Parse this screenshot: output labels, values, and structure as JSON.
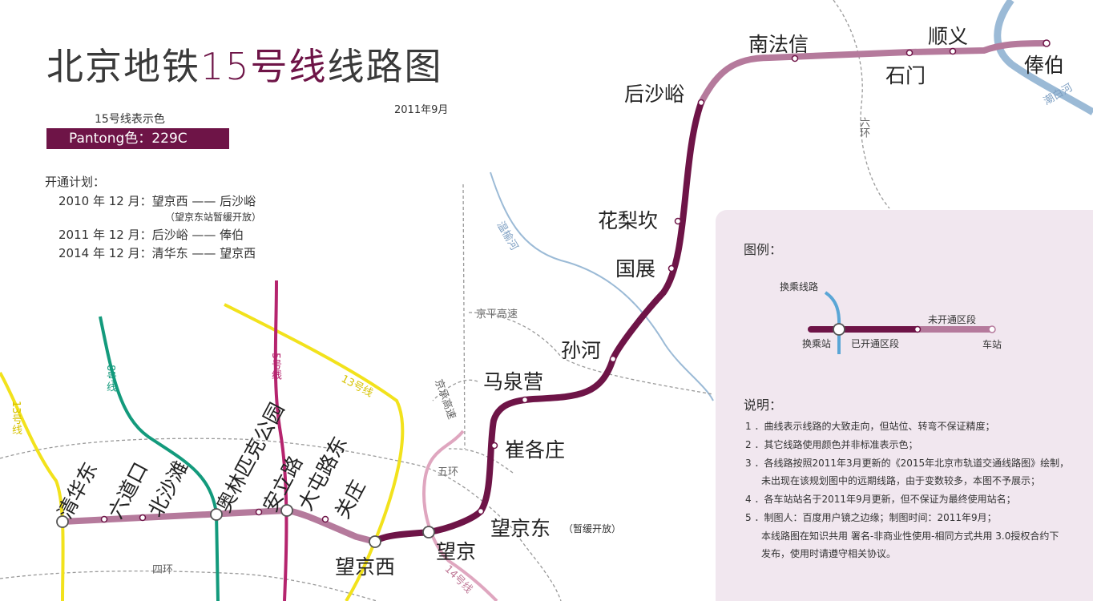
{
  "header": {
    "title_pre": "北京地铁",
    "title_hl": "15号线",
    "title_post": "线路图",
    "date": "2011年9月",
    "swatch_label": "15号线表示色",
    "swatch_text": "Pantong色：229C"
  },
  "plan": {
    "title": "开通计划：",
    "rows": [
      "2010 年 12 月：望京西 —— 后沙峪",
      "2011 年 12 月：后沙峪 —— 俸伯",
      "2014 年 12 月：清华东 —— 望京西"
    ],
    "note": "（望京东站暂缓开放）"
  },
  "stations": {
    "qinghuadong": "清华东",
    "liudaokou": "六道口",
    "beishatan": "北沙滩",
    "aolinpike": "奥林匹克公园",
    "anlilu": "安立路",
    "datunludong": "大屯路东",
    "guanzhuang": "关庄",
    "wangjingxi": "望京西",
    "wangjing": "望京",
    "wangjingdong": "望京东",
    "wangjingdong_note": "（暂缓开放）",
    "cuigezhuang": "崔各庄",
    "maquanying": "马泉营",
    "sunhe": "孙河",
    "guozhan": "国展",
    "hualikan": "花梨坎",
    "houshayu": "后沙峪",
    "nanfaxin": "南法信",
    "shimen": "石门",
    "shunyi": "顺义",
    "fengbo": "俸伯"
  },
  "lines": {
    "line8": "8号线",
    "line5": "5号线",
    "line13a": "13号线",
    "line13b": "13号线",
    "line14": "14号线"
  },
  "roads": {
    "jingping": "京平高速",
    "jingcheng": "京承高速",
    "wuhuan": "五环",
    "sihuan": "四环",
    "liuhuan": "六环",
    "wenyu": "温榆河",
    "chaobai": "潮白河"
  },
  "legend": {
    "title": "图例：",
    "transfer_line": "换乘线路",
    "transfer_station": "换乘站",
    "open_section": "已开通区段",
    "unopened_section": "未开通区段",
    "station": "车站"
  },
  "notes": {
    "title": "说明：",
    "items": [
      "1 ．曲线表示线路的大致走向，但站位、转弯不保证精度；",
      "2 ．其它线路使用颜色并非标准表示色；",
      "3 ．各线路按照2011年3月更新的《2015年北京市轨道交通线路图》绘制，",
      "未出现在该规划图中的远期线路，由于变数较多，本图不予展示；",
      "4 ．各车站站名于2011年9月更新，但不保证为最终使用站名；",
      "5 ．制图人：百度用户镜之边缘；制图时间：2011年9月；",
      "本线路图在知识共用 署名-非商业性使用-相同方式共用 3.0授权合约下",
      "发布，使用时请遵守相关协议。"
    ]
  },
  "colors": {
    "open": "#6e1447",
    "unopened": "#b57a9c",
    "line13": "#f2e21c",
    "line8": "#139a7c",
    "line5": "#b5246e",
    "line14": "#dfa6bf",
    "water": "#9bbad6",
    "road": "#999999"
  }
}
